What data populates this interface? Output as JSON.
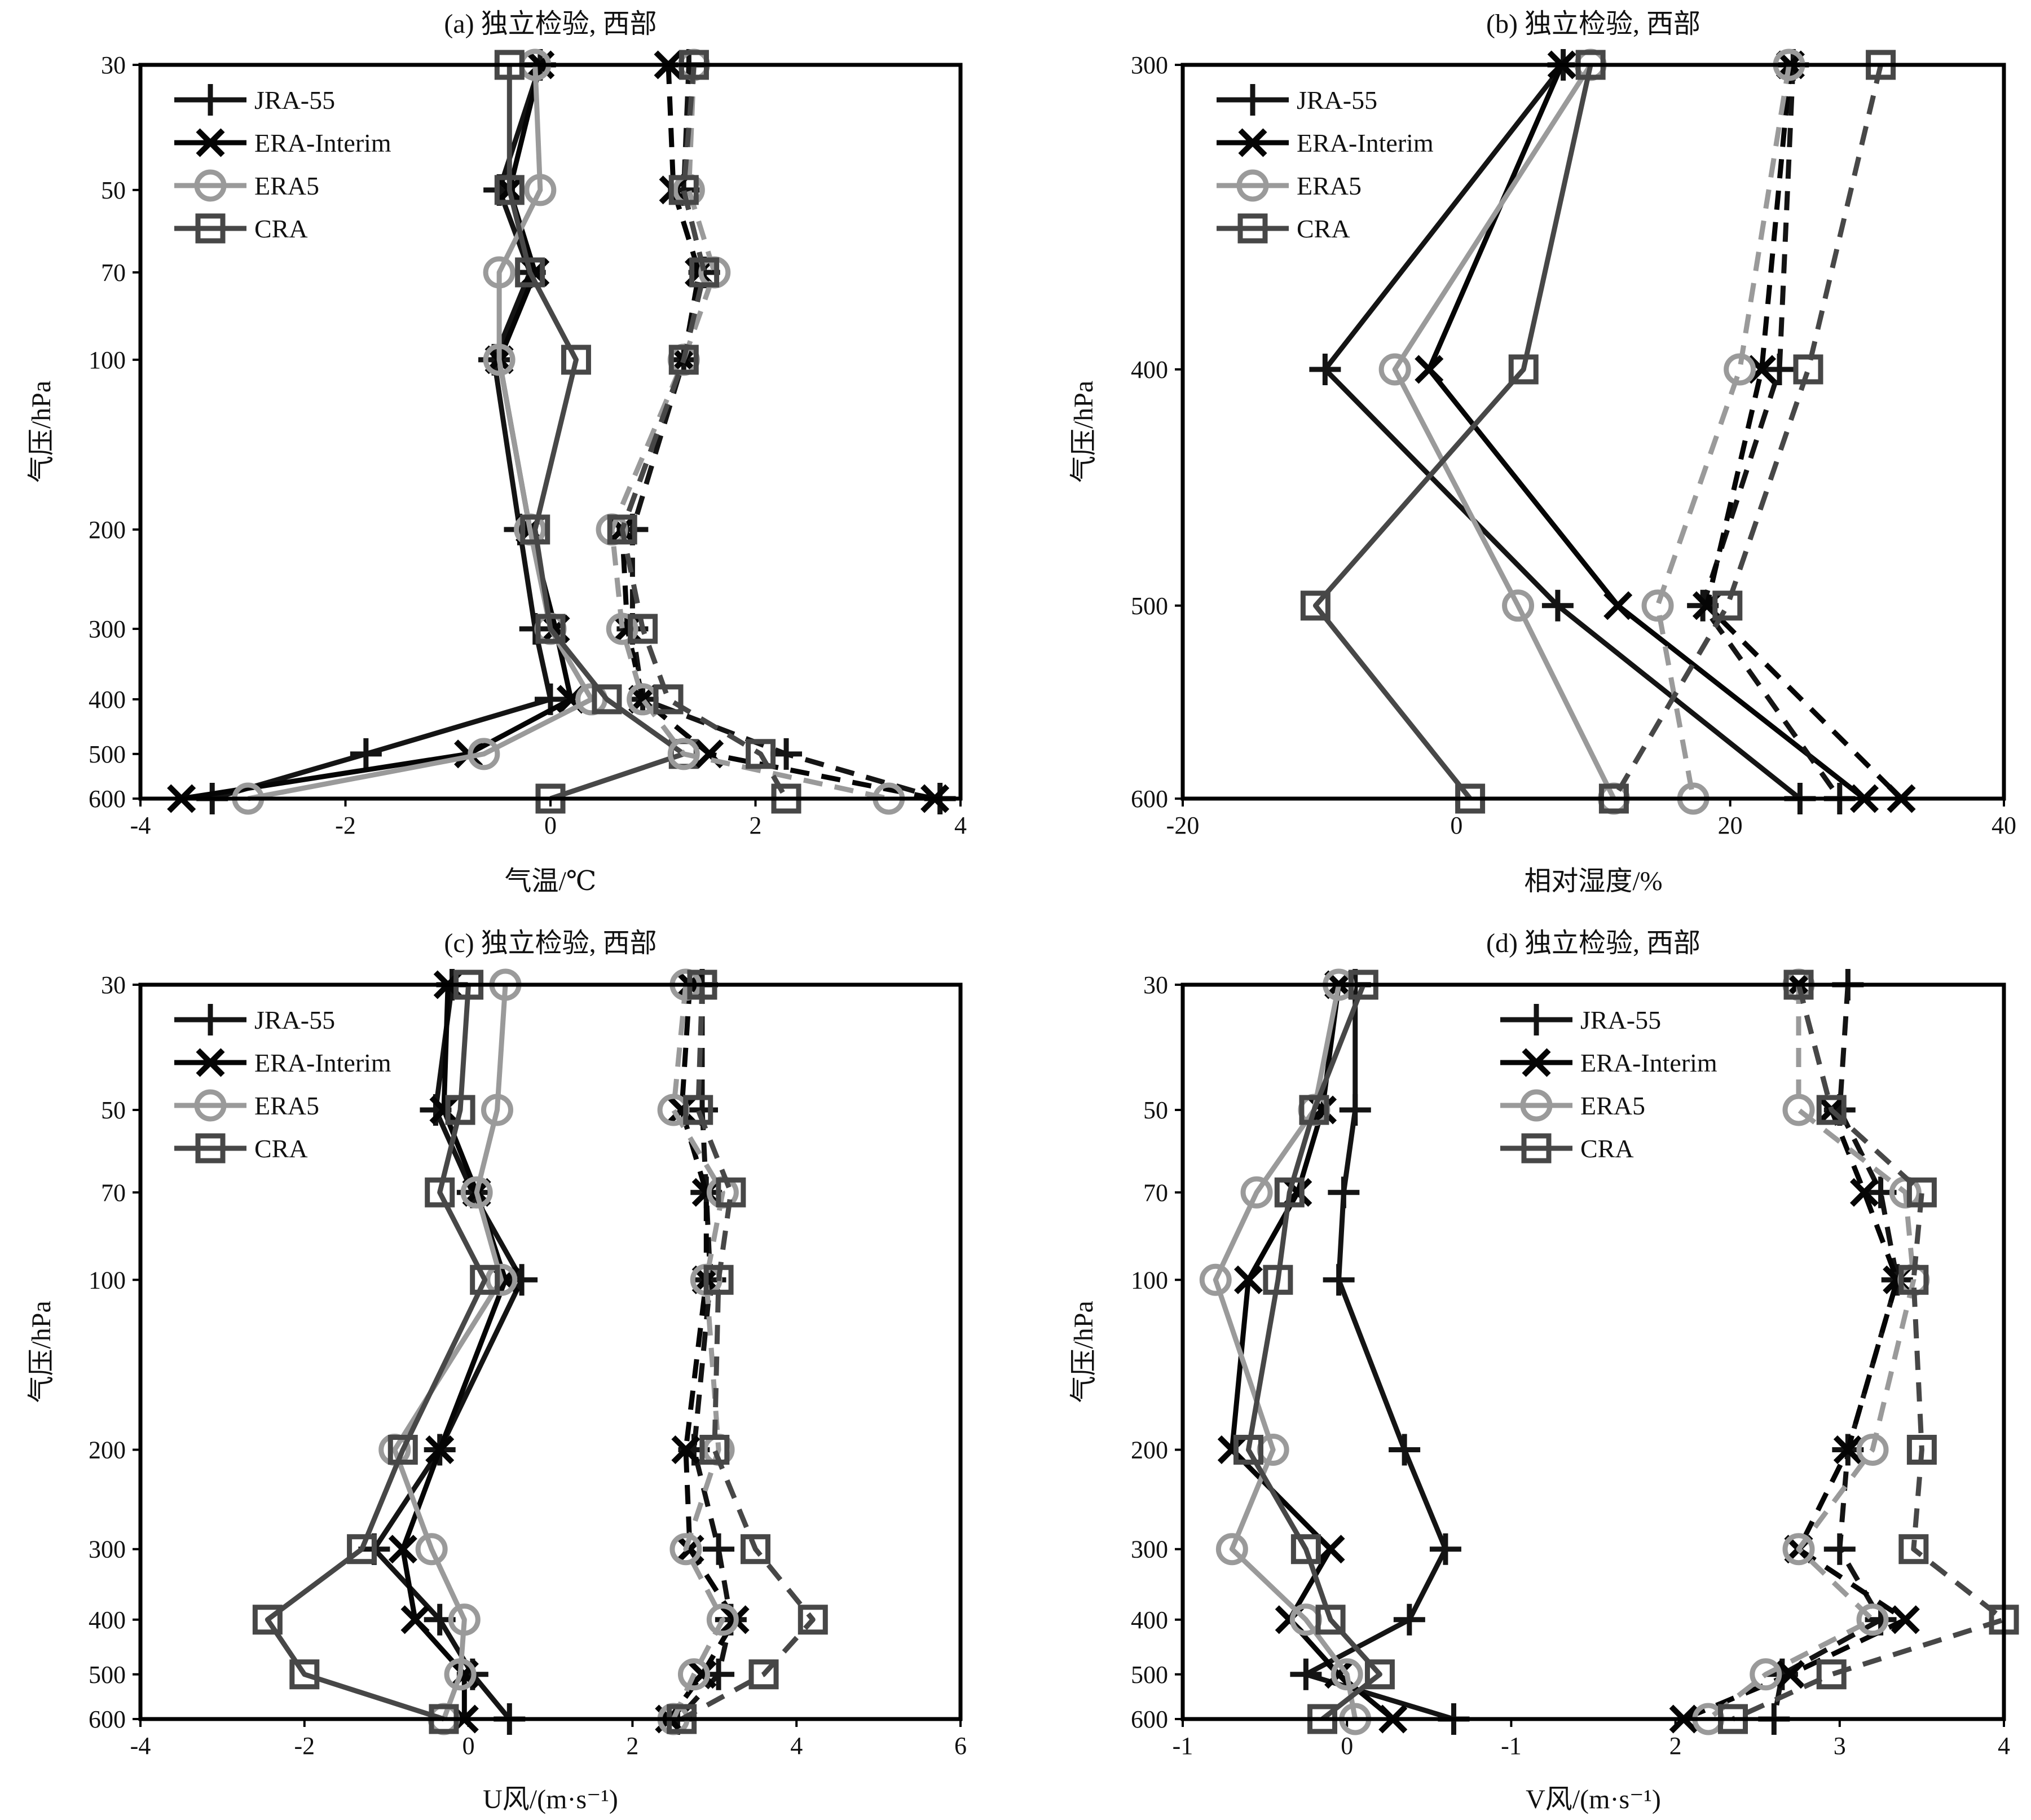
{
  "series_names": [
    "JRA-55",
    "ERA-Interim",
    "ERA5",
    "CRA"
  ],
  "colors": {
    "JRA-55": "#141414",
    "ERA-Interim": "#050505",
    "ERA5": "#9a9a9a",
    "CRA": "#474747"
  },
  "markers": {
    "JRA-55": "plus",
    "ERA-Interim": "cross",
    "ERA5": "circle",
    "CRA": "square"
  },
  "chart_data": [
    {
      "type": "line",
      "title": "(a) 独立检验, 西部",
      "xlabel": "气温/℃",
      "ylabel": "气压/hPa",
      "xlim": [
        -4,
        4
      ],
      "xticks": [
        -4,
        -2,
        0,
        2,
        4
      ],
      "xtick_labels": [
        "-4",
        "-2",
        "0",
        "2",
        "4"
      ],
      "ylim": [
        30,
        600
      ],
      "yscale": "log",
      "levels": [
        30,
        50,
        70,
        100,
        200,
        300,
        400,
        500,
        600
      ],
      "legend": "top-left",
      "series": [
        {
          "name": "JRA-55",
          "line": "solid",
          "values": [
            -0.1,
            -0.5,
            -0.2,
            -0.55,
            -0.3,
            -0.15,
            0.0,
            -1.8,
            -3.3
          ]
        },
        {
          "name": "ERA-Interim",
          "line": "solid",
          "values": [
            -0.1,
            -0.4,
            -0.15,
            -0.5,
            -0.2,
            0.05,
            0.2,
            -0.8,
            -3.6
          ]
        },
        {
          "name": "ERA5",
          "line": "solid",
          "values": [
            -0.15,
            -0.1,
            -0.5,
            -0.5,
            -0.2,
            0.0,
            0.4,
            -0.65,
            -2.95
          ]
        },
        {
          "name": "CRA",
          "line": "solid",
          "values": [
            -0.4,
            -0.4,
            -0.2,
            0.25,
            -0.15,
            0.0,
            0.55,
            1.3,
            0.0
          ]
        },
        {
          "name": "JRA-55",
          "line": "dashed",
          "values": [
            1.35,
            1.3,
            1.5,
            1.3,
            0.8,
            0.8,
            0.9,
            2.3,
            3.8
          ]
        },
        {
          "name": "ERA-Interim",
          "line": "dashed",
          "values": [
            1.15,
            1.2,
            1.45,
            1.3,
            0.7,
            0.75,
            0.9,
            1.55,
            3.75
          ]
        },
        {
          "name": "ERA5",
          "line": "dashed",
          "values": [
            1.4,
            1.35,
            1.6,
            1.3,
            0.6,
            0.7,
            0.9,
            1.3,
            3.3
          ]
        },
        {
          "name": "CRA",
          "line": "dashed",
          "values": [
            1.4,
            1.3,
            1.5,
            1.3,
            0.7,
            0.9,
            1.15,
            2.05,
            2.3
          ]
        }
      ]
    },
    {
      "type": "line",
      "title": "(b) 独立检验, 西部",
      "xlabel": "相对湿度/%",
      "ylabel": "气压/hPa",
      "xlim": [
        -20,
        40
      ],
      "xticks": [
        -20,
        0,
        20,
        40
      ],
      "xtick_labels": [
        "-20",
        "0",
        "20",
        "40"
      ],
      "ylim": [
        300,
        600
      ],
      "yscale": "log",
      "levels": [
        300,
        400,
        500,
        600
      ],
      "legend": "top-left",
      "series": [
        {
          "name": "JRA-55",
          "line": "solid",
          "values": [
            7.8,
            -9.6,
            7.4,
            25.1
          ]
        },
        {
          "name": "ERA-Interim",
          "line": "solid",
          "values": [
            7.7,
            -2.0,
            11.8,
            29.8
          ]
        },
        {
          "name": "ERA5",
          "line": "solid",
          "values": [
            9.8,
            -4.5,
            4.5,
            11.5
          ]
        },
        {
          "name": "CRA",
          "line": "solid",
          "values": [
            9.8,
            4.9,
            -10.3,
            1.0
          ]
        },
        {
          "name": "JRA-55",
          "line": "dashed",
          "values": [
            24.6,
            23.6,
            18.0,
            28.0
          ]
        },
        {
          "name": "ERA-Interim",
          "line": "dashed",
          "values": [
            24.4,
            22.3,
            18.3,
            32.5
          ]
        },
        {
          "name": "ERA5",
          "line": "dashed",
          "values": [
            24.3,
            20.7,
            14.7,
            17.3
          ]
        },
        {
          "name": "CRA",
          "line": "dashed",
          "values": [
            31.0,
            25.7,
            19.8,
            11.5
          ]
        }
      ]
    },
    {
      "type": "line",
      "title": "(c) 独立检验, 西部",
      "xlabel": "U风/(m·s⁻¹)",
      "ylabel": "气压/hPa",
      "xlim": [
        -4,
        6
      ],
      "xticks": [
        -4,
        -2,
        0,
        2,
        4,
        6
      ],
      "xtick_labels": [
        "-4",
        "-2",
        "0",
        "2",
        "4",
        "6"
      ],
      "ylim": [
        30,
        600
      ],
      "yscale": "log",
      "levels": [
        30,
        50,
        70,
        100,
        200,
        300,
        400,
        500,
        600
      ],
      "legend": "top-left",
      "series": [
        {
          "name": "JRA-55",
          "line": "solid",
          "values": [
            -0.2,
            -0.4,
            0.05,
            0.65,
            -0.35,
            -1.15,
            -0.35,
            0.05,
            0.5
          ]
        },
        {
          "name": "ERA-Interim",
          "line": "solid",
          "values": [
            -0.25,
            -0.3,
            0.1,
            0.45,
            -0.35,
            -0.8,
            -0.65,
            -0.05,
            -0.05
          ]
        },
        {
          "name": "ERA5",
          "line": "solid",
          "values": [
            0.45,
            0.35,
            0.1,
            0.4,
            -0.9,
            -0.45,
            -0.05,
            -0.1,
            -0.3
          ]
        },
        {
          "name": "CRA",
          "line": "solid",
          "values": [
            0.0,
            -0.1,
            -0.35,
            0.2,
            -0.8,
            -1.3,
            -2.45,
            -2.0,
            -0.3
          ]
        },
        {
          "name": "JRA-55",
          "line": "dashed",
          "values": [
            2.85,
            2.85,
            2.9,
            2.95,
            2.75,
            3.05,
            3.2,
            3.05,
            2.55
          ]
        },
        {
          "name": "ERA-Interim",
          "line": "dashed",
          "values": [
            2.7,
            2.6,
            2.9,
            2.9,
            2.65,
            2.7,
            3.25,
            2.85,
            2.45
          ]
        },
        {
          "name": "ERA5",
          "line": "dashed",
          "values": [
            2.65,
            2.5,
            3.1,
            2.9,
            3.05,
            2.65,
            3.1,
            2.75,
            2.5
          ]
        },
        {
          "name": "CRA",
          "line": "dashed",
          "values": [
            2.85,
            2.8,
            3.2,
            3.05,
            3.0,
            3.5,
            4.2,
            3.6,
            2.6
          ]
        }
      ]
    },
    {
      "type": "line",
      "title": "(d) 独立检验, 西部",
      "xlabel": "V风/(m·s⁻¹)",
      "ylabel": "气压/hPa",
      "xlim": [
        -1,
        4
      ],
      "xticks": [
        -1,
        0,
        1,
        2,
        3,
        4
      ],
      "xtick_labels": [
        "-1",
        "0",
        "-1",
        "2",
        "3",
        "4"
      ],
      "ylim": [
        30,
        600
      ],
      "yscale": "log",
      "levels": [
        30,
        50,
        70,
        100,
        200,
        300,
        400,
        500,
        600
      ],
      "legend": "top-center",
      "series": [
        {
          "name": "JRA-55",
          "line": "solid",
          "values": [
            0.05,
            0.05,
            -0.02,
            -0.05,
            0.35,
            0.6,
            0.38,
            -0.25,
            0.65
          ]
        },
        {
          "name": "ERA-Interim",
          "line": "solid",
          "values": [
            -0.05,
            -0.15,
            -0.3,
            -0.6,
            -0.7,
            -0.1,
            -0.35,
            -0.05,
            0.28
          ]
        },
        {
          "name": "ERA5",
          "line": "solid",
          "values": [
            -0.05,
            -0.2,
            -0.55,
            -0.8,
            -0.45,
            -0.7,
            -0.25,
            0.0,
            0.05
          ]
        },
        {
          "name": "CRA",
          "line": "solid",
          "values": [
            0.1,
            -0.2,
            -0.35,
            -0.42,
            -0.6,
            -0.25,
            -0.1,
            0.2,
            -0.15
          ]
        },
        {
          "name": "JRA-55",
          "line": "dashed",
          "values": [
            3.05,
            3.0,
            3.25,
            3.35,
            3.05,
            3.0,
            3.25,
            2.65,
            2.6
          ]
        },
        {
          "name": "ERA-Interim",
          "line": "dashed",
          "values": [
            2.75,
            2.95,
            3.15,
            3.35,
            3.05,
            2.75,
            3.4,
            2.7,
            2.05
          ]
        },
        {
          "name": "ERA5",
          "line": "dashed",
          "values": [
            2.75,
            2.75,
            3.4,
            3.45,
            3.2,
            2.75,
            3.2,
            2.55,
            2.2
          ]
        },
        {
          "name": "CRA",
          "line": "dashed",
          "values": [
            2.75,
            2.95,
            3.5,
            3.45,
            3.5,
            3.45,
            4.0,
            2.95,
            2.35
          ]
        }
      ]
    }
  ]
}
